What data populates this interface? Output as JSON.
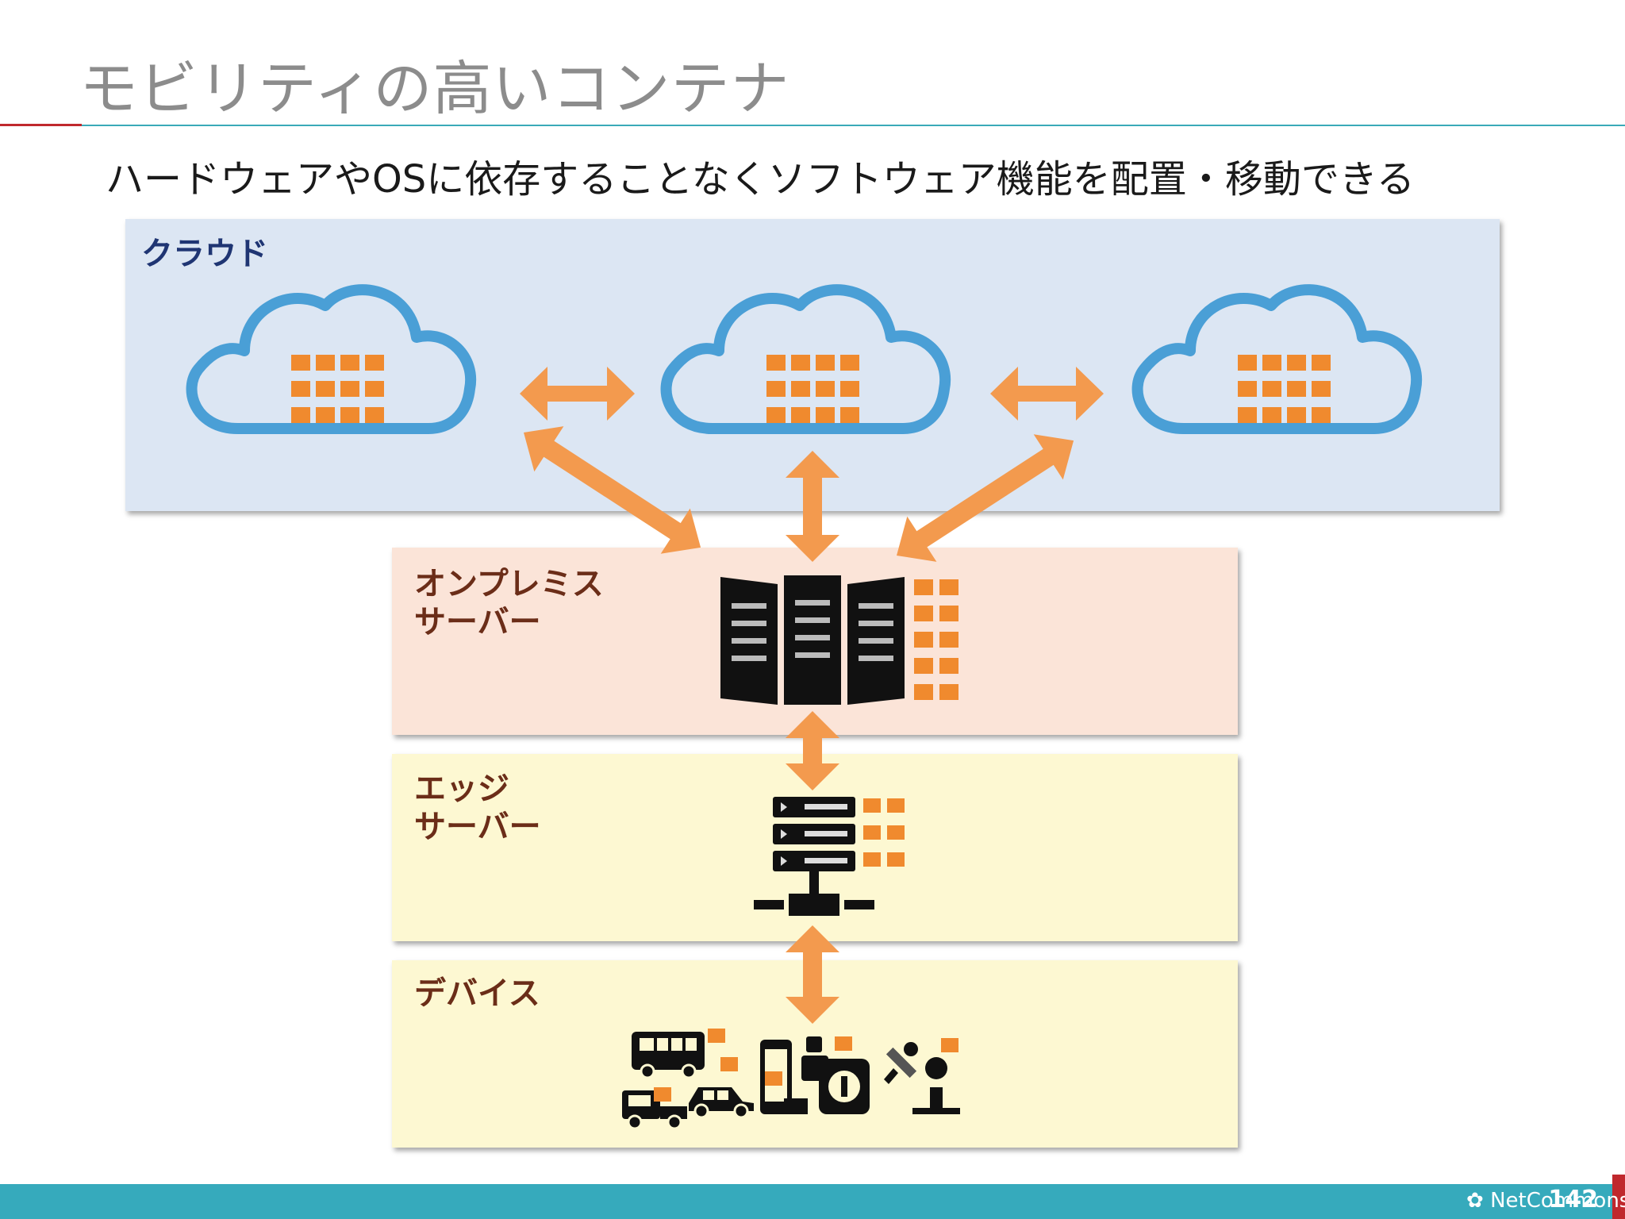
{
  "slide": {
    "title": "モビリティの高いコンテナ",
    "subtitle": "ハードウェアやOSに依存することなくソフトウェア機能を配置・移動できる"
  },
  "layers": {
    "cloud": {
      "label": "クラウド",
      "label_color": "#1f3573",
      "bg": "#dce6f3"
    },
    "onprem": {
      "label": "オンプレミス\nサーバー",
      "label_color": "#6b2d18",
      "bg": "#fbe4d8"
    },
    "edge": {
      "label": "エッジ\nサーバー",
      "label_color": "#6b2d18",
      "bg": "#fdf8d2"
    },
    "device": {
      "label": "デバイス",
      "label_color": "#6b2d18",
      "bg": "#fdf8d2"
    }
  },
  "icons": {
    "cloud": "cloud-icon",
    "container": "container-grid-icon",
    "server_rack": "server-rack-icon",
    "edge_server": "edge-server-icon",
    "bus": "bus-icon",
    "truck": "truck-icon",
    "car": "car-icon",
    "phone": "smartphone-icon",
    "watch": "smartwatch-icon",
    "robot_arm": "robot-arm-icon",
    "arrow": "double-arrow-icon"
  },
  "colors": {
    "container_orange": "#f08a2e",
    "arrow_orange": "#f39a4e",
    "cloud_blue": "#4a9fd6",
    "accent_red": "#c0282d",
    "accent_teal": "#36aabc"
  },
  "footer": {
    "brand": "NetCommons",
    "page_number": "142"
  }
}
